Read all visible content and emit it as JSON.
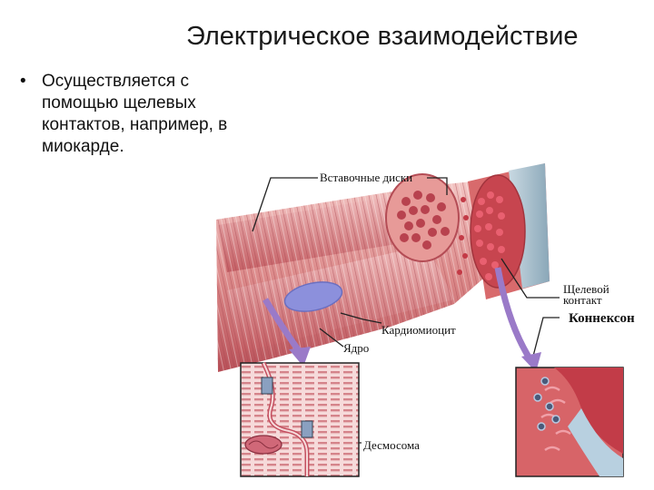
{
  "slide": {
    "title": "Электрическое взаимодействие",
    "bullet_marker": "•",
    "bullet_text": "Осуществляется с помощью щелевых контактов, например, в миокарде."
  },
  "diagram": {
    "labels": {
      "intercalated_discs": "Вставочные диски",
      "gap_junction": "Щелевой\nконтакт",
      "connexon": "Коннексон",
      "cardiomyocyte": "Кардиомиоцит",
      "nucleus": "Ядро",
      "desmosome": "Десмосома"
    },
    "colors": {
      "muscle": "#d9787a",
      "muscle_dark": "#b84850",
      "muscle_light": "#f0c0c0",
      "nucleus": "#8a8fd8",
      "arrow": "#9a7ac8",
      "membrane_blue": "#9fb8c8"
    }
  }
}
